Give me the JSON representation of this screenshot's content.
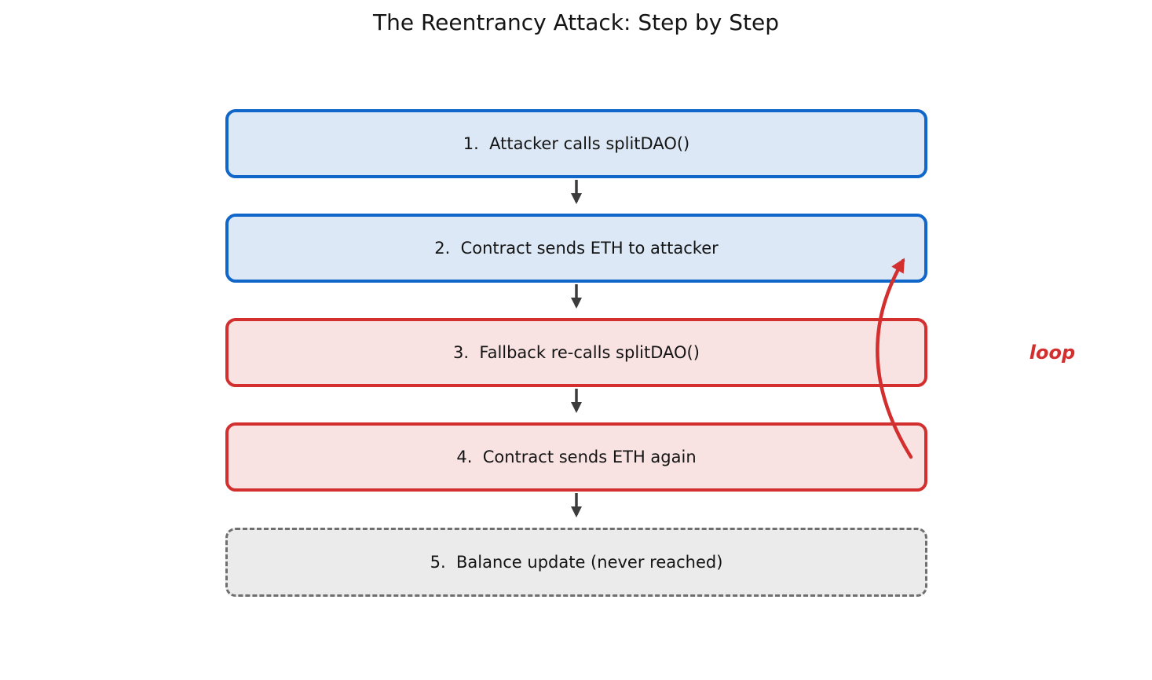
{
  "title": "The Reentrancy Attack: Step by Step",
  "loop_label": "loop",
  "steps": [
    {
      "label": "1.  Attacker calls splitDAO()",
      "style": "blue"
    },
    {
      "label": "2.  Contract sends ETH to attacker",
      "style": "blue"
    },
    {
      "label": "3.  Fallback re-calls splitDAO()",
      "style": "red"
    },
    {
      "label": "4.  Contract sends ETH again",
      "style": "red"
    },
    {
      "label": "5.  Balance update (never reached)",
      "style": "gray-dashed"
    }
  ],
  "colors": {
    "blue-border": "#1167C9",
    "blue-fill": "#DCE8F6",
    "red-border": "#D32F2F",
    "red-fill": "#F9E2E2",
    "gray-border": "#6F6F6F",
    "gray-fill": "#EBEBEB",
    "arrow": "#3C3C3C",
    "loop": "#D32F2F",
    "text": "#141414"
  }
}
